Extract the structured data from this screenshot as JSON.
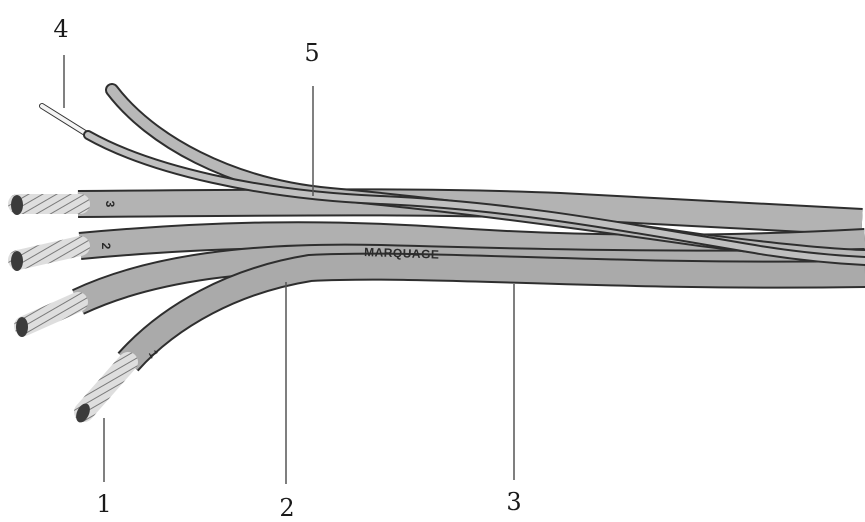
{
  "callouts": {
    "c1": "1",
    "c2": "2",
    "c3": "3",
    "c4": "4",
    "c5": "5"
  },
  "cable": {
    "marking_text": "MARQUAGE",
    "conductor_numbers": {
      "n1": "1",
      "n2": "2",
      "n3": "3"
    }
  },
  "colors": {
    "insulation": "#aeaeae",
    "insulation_edge": "#2e2e2e",
    "copper": "#d4d4d4",
    "pilot_wire": "#f2f2f2",
    "leader_line": "#555555"
  }
}
